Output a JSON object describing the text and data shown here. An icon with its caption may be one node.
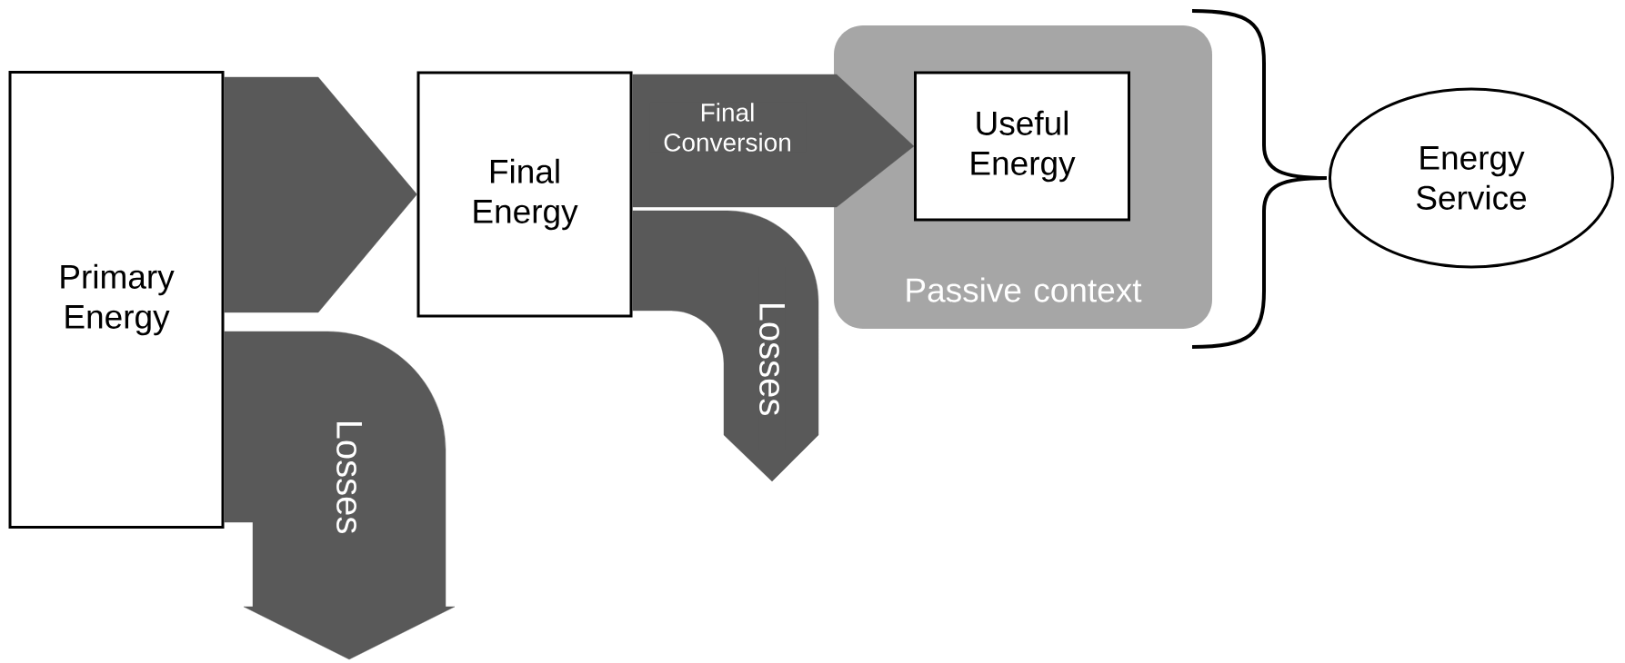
{
  "diagram": {
    "nodes": [
      {
        "text": [
          "Primary Energy"
        ]
      },
      {
        "text": [
          "Final Energy"
        ]
      },
      {
        "text": [
          "Passive context"
        ]
      },
      {
        "text": [
          "Useful Energy"
        ],
        "in": 2
      },
      {
        "text": [
          "Energy Service"
        ]
      }
    ],
    "edges": [
      {
        "from": 0,
        "to": 1,
        "arrow": "to"
      },
      {
        "from": 0,
        "to": null,
        "arrow": "to",
        "label": "Losses"
      },
      {
        "from": 1,
        "to": 3,
        "arrow": "to",
        "label": "Final Conversion"
      },
      {
        "from": 1,
        "to": null,
        "arrow": "to",
        "label": "Losses"
      }
    ]
  }
}
